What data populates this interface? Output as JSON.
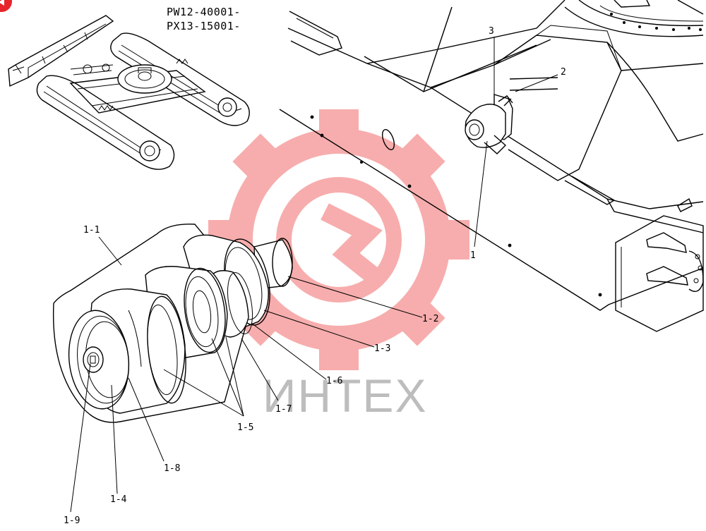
{
  "header": {
    "serial_line_1": "PW12-40001-",
    "serial_line_2": "PX13-15001-"
  },
  "watermark": {
    "text": "ИНТЕХ",
    "gear_color": "#f26b6b",
    "text_color": "#bdbdbd"
  },
  "badge": {
    "color": "#e8232a"
  },
  "callouts": [
    {
      "id": "c-1",
      "label": "1"
    },
    {
      "id": "c-2",
      "label": "2"
    },
    {
      "id": "c-3",
      "label": "3"
    },
    {
      "id": "c-1-1",
      "label": "1-1"
    },
    {
      "id": "c-1-2",
      "label": "1-2"
    },
    {
      "id": "c-1-3",
      "label": "1-3"
    },
    {
      "id": "c-1-4",
      "label": "1-4"
    },
    {
      "id": "c-1-5",
      "label": "1-5"
    },
    {
      "id": "c-1-6",
      "label": "1-6"
    },
    {
      "id": "c-1-7",
      "label": "1-7"
    },
    {
      "id": "c-1-8",
      "label": "1-8"
    },
    {
      "id": "c-1-9",
      "label": "1-9"
    }
  ]
}
